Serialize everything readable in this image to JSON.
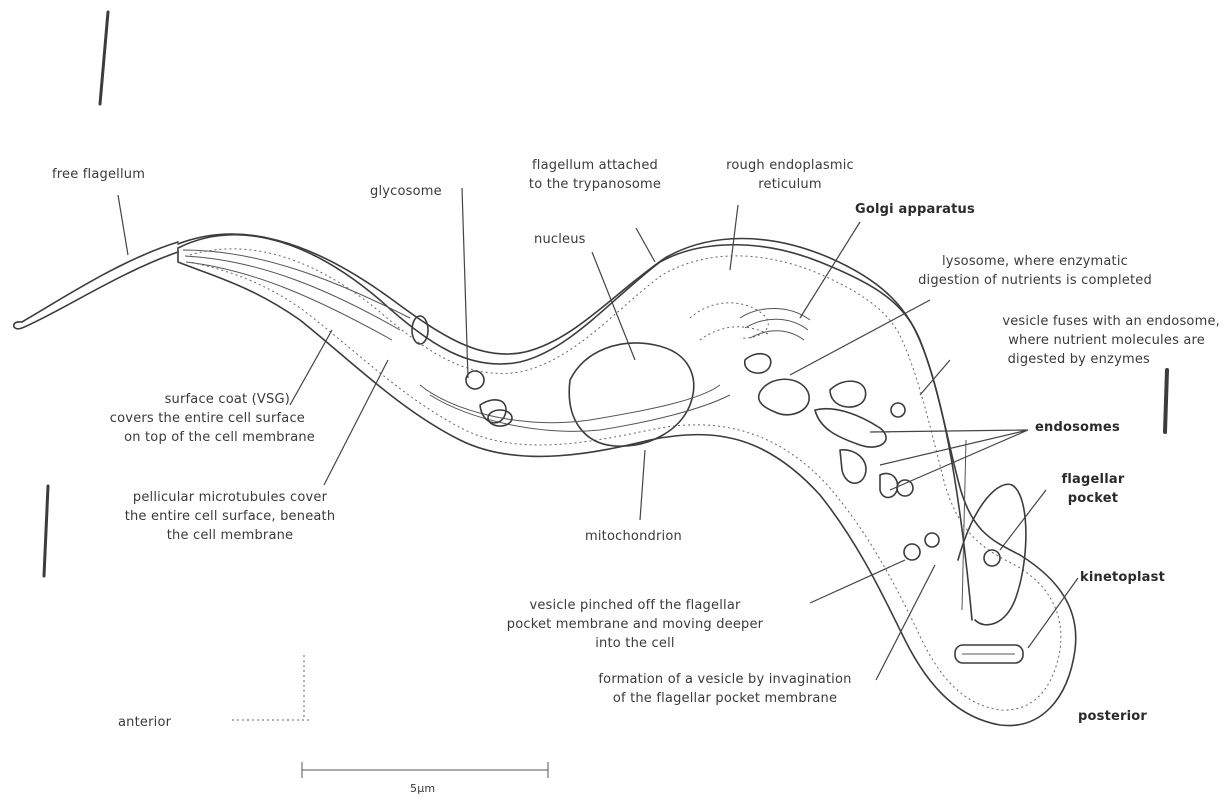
{
  "labels": {
    "free_flagellum": "free flagellum",
    "glycosome": "glycosome",
    "flagellum_attached_1": "flagellum attached",
    "flagellum_attached_2": "to the trypanosome",
    "rough_er_1": "rough endoplasmic",
    "rough_er_2": "reticulum",
    "golgi": "Golgi apparatus",
    "nucleus": "nucleus",
    "lysosome_1": "lysosome, where enzymatic",
    "lysosome_2": "digestion of nutrients is completed",
    "vesicle_fuses_1": "vesicle fuses with an endosome,",
    "vesicle_fuses_2": "where nutrient molecules are",
    "vesicle_fuses_3": "digested by enzymes",
    "surface_coat_1": "surface coat (VSG)",
    "surface_coat_2": "covers the entire cell surface",
    "surface_coat_3": "on top of the cell membrane",
    "endosomes": "endosomes",
    "flagellar_pocket_1": "flagellar",
    "flagellar_pocket_2": "pocket",
    "pellicular_1": "pellicular microtubules cover",
    "pellicular_2": "the entire cell surface, beneath",
    "pellicular_3": "the cell membrane",
    "mitochondrion": "mitochondrion",
    "kinetoplast": "kinetoplast",
    "vesicle_pinched_1": "vesicle pinched off the flagellar",
    "vesicle_pinched_2": "pocket membrane and moving deeper",
    "vesicle_pinched_3": "into the cell",
    "formation_1": "formation of a vesicle by invagination",
    "formation_2": "of the flagellar pocket membrane",
    "anterior": "anterior",
    "posterior": "posterior",
    "scale": "5μm"
  }
}
